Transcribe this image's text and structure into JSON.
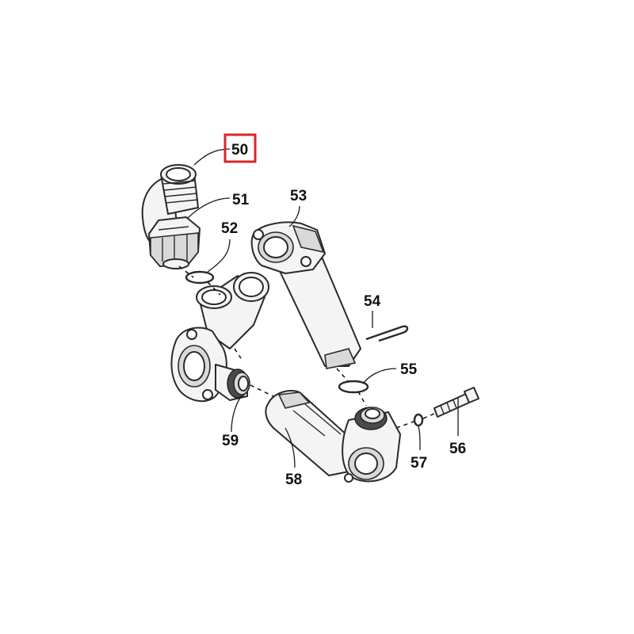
{
  "callouts": {
    "c50": "50",
    "c51": "51",
    "c52": "52",
    "c53": "53",
    "c54": "54",
    "c55": "55",
    "c56": "56",
    "c57": "57",
    "c58": "58",
    "c59": "59"
  },
  "highlight": {
    "part": "50",
    "color": "#d7262e"
  },
  "colors": {
    "line": "#2a2a2a",
    "fill": "#f4f4f4",
    "shade": "#d9d9d9"
  }
}
